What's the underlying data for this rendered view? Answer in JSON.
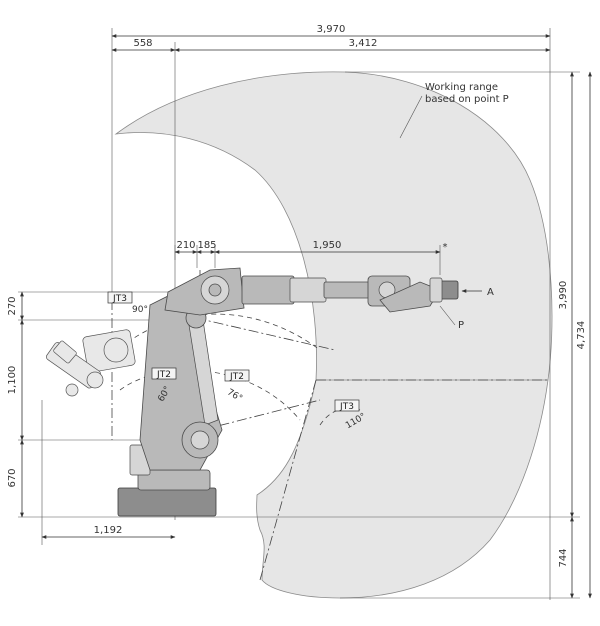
{
  "dimensions": {
    "overall_width": "3,970",
    "rear_reach": "558",
    "front_reach": "3,412",
    "offset_a": "210",
    "offset_b": "185",
    "arm_length": "1,950",
    "wrist_offset": "270",
    "upper_arm": "1,100",
    "base_height": "670",
    "rear_swing": "1,192",
    "range_above": "3,990",
    "total_height": "4,734",
    "range_below": "744"
  },
  "labels": {
    "working_range_line1": "Working range",
    "working_range_line2": "based on point P",
    "point_p": "P",
    "point_a": "A",
    "asterisk": "*"
  },
  "joints": {
    "jt3_left": "JT3",
    "jt2_left": "JT2",
    "jt2_right": "JT2",
    "jt3_right": "JT3"
  },
  "angles": {
    "jt3_up": "90°",
    "jt2_back": "60°",
    "jt2_front": "76°",
    "jt3_down": "110°"
  },
  "colors": {
    "range_fill": "#e6e6e6",
    "robot_body": "#b9b9b9",
    "line": "#333333"
  }
}
